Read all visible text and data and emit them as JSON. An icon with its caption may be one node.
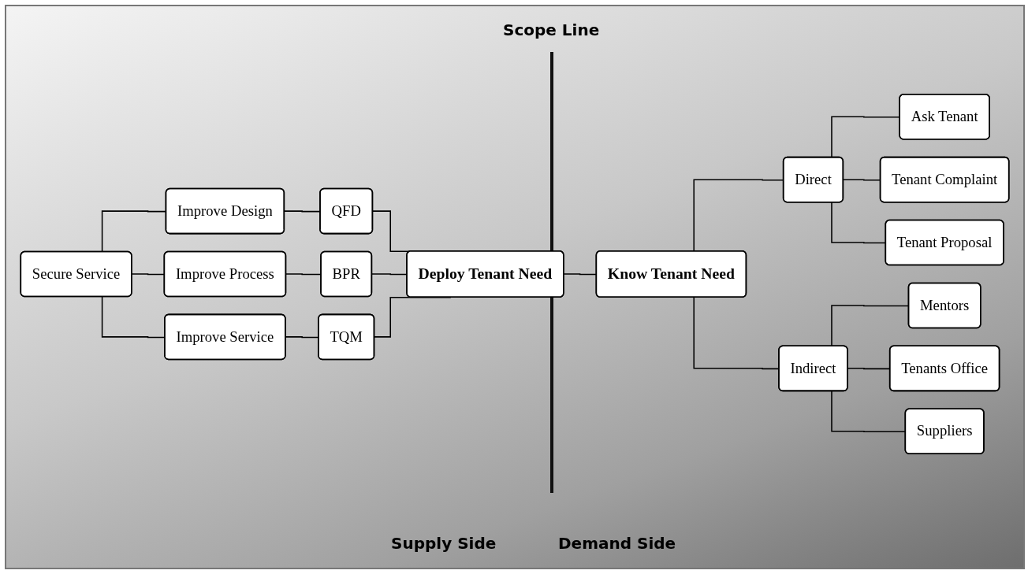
{
  "diagram": {
    "nodes": [
      {
        "text": [
          "Secure Service"
        ]
      },
      {
        "text": [
          "Improve Design"
        ]
      },
      {
        "text": [
          "Improve Process"
        ]
      },
      {
        "text": [
          "Improve Service"
        ]
      },
      {
        "text": [
          "QFD"
        ]
      },
      {
        "text": [
          "BPR"
        ]
      },
      {
        "text": [
          "TQM"
        ]
      },
      {
        "text": [
          "Deploy Tenant Need"
        ]
      },
      {
        "text": [
          "Know Tenant Need"
        ]
      },
      {
        "text": [
          "Direct"
        ]
      },
      {
        "text": [
          "Ask Tenant"
        ]
      },
      {
        "text": [
          "Tenant Complaint"
        ]
      },
      {
        "text": [
          "Tenant Proposal"
        ]
      },
      {
        "text": [
          "Indirect"
        ]
      },
      {
        "text": [
          "Mentors"
        ]
      },
      {
        "text": [
          "Tenants Office"
        ]
      },
      {
        "text": [
          "Suppliers"
        ]
      }
    ],
    "edges": [
      {
        "from": 0,
        "to": 1,
        "arrow": "none"
      },
      {
        "from": 0,
        "to": 2,
        "arrow": "none"
      },
      {
        "from": 0,
        "to": 3,
        "arrow": "none"
      },
      {
        "from": 1,
        "to": 4,
        "arrow": "none"
      },
      {
        "from": 2,
        "to": 5,
        "arrow": "none"
      },
      {
        "from": 3,
        "to": 6,
        "arrow": "none"
      },
      {
        "from": 4,
        "to": 7,
        "arrow": "none"
      },
      {
        "from": 5,
        "to": 7,
        "arrow": "none"
      },
      {
        "from": 6,
        "to": 7,
        "arrow": "none"
      },
      {
        "from": 7,
        "to": 8,
        "arrow": "none"
      },
      {
        "from": 8,
        "to": 9,
        "arrow": "none"
      },
      {
        "from": 8,
        "to": 13,
        "arrow": "none"
      },
      {
        "from": 9,
        "to": 10,
        "arrow": "none"
      },
      {
        "from": 9,
        "to": 11,
        "arrow": "none"
      },
      {
        "from": 9,
        "to": 12,
        "arrow": "none"
      },
      {
        "from": 13,
        "to": 14,
        "arrow": "none"
      },
      {
        "from": 13,
        "to": 15,
        "arrow": "none"
      },
      {
        "from": 13,
        "to": 16,
        "arrow": "none"
      }
    ],
    "labels": [
      "Scope Line",
      "Supply Side",
      "Demand Side"
    ]
  }
}
